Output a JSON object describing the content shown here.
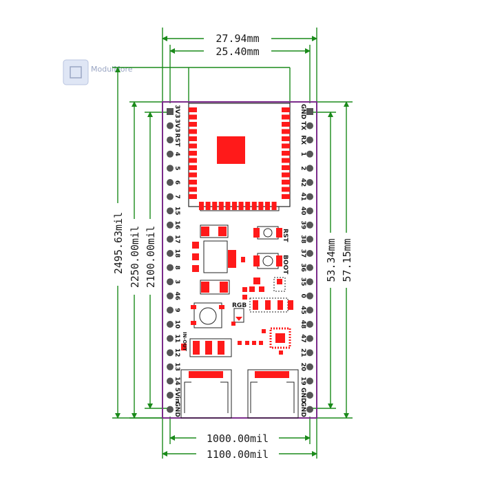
{
  "logo": {
    "text": "ModulMore",
    "icon": "chip-icon"
  },
  "colors": {
    "dimension": "#1a8a1a",
    "outline": "#7a2a8a",
    "pad": "#ff1a1a",
    "pin": "#444444",
    "text": "#1a1a1a"
  },
  "dimensions": {
    "top_outer": "27.94mm",
    "top_inner": "25.40mm",
    "bottom_inner": "1000.00mil",
    "bottom_outer": "1100.00mil",
    "left_outer": "2495.63mil",
    "left_middle": "2250.00mil",
    "left_inner": "2100.00mil",
    "right_inner": "53.34mm",
    "right_outer": "57.15mm"
  },
  "pins_left": [
    "3V3",
    "3V3",
    "RST",
    "4",
    "5",
    "6",
    "7",
    "15",
    "16",
    "17",
    "18",
    "8",
    "3",
    "46",
    "9",
    "10",
    "11",
    "12",
    "13",
    "14",
    "5Vin",
    "GND"
  ],
  "pins_right": [
    "GND",
    "TX",
    "RX",
    "1",
    "2",
    "42",
    "41",
    "40",
    "39",
    "38",
    "37",
    "36",
    "35",
    "0",
    "45",
    "48",
    "47",
    "21",
    "20",
    "19",
    "GND",
    "GND"
  ],
  "board_labels": {
    "rst": "RST",
    "boot": "BOOT",
    "rgb": "RGB",
    "in_out": "IN-OUT"
  }
}
